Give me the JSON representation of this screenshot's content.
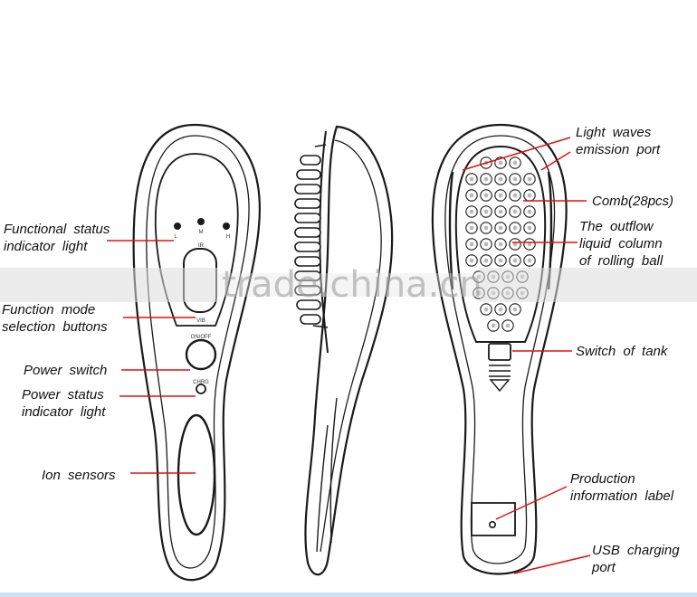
{
  "labels": {
    "functional_status_1": "Functional  status",
    "functional_status_2": "indicator  light",
    "function_mode_1": "Function  mode",
    "function_mode_2": "selection  buttons",
    "power_switch": "Power  switch",
    "power_status_1": "Power  status",
    "power_status_2": "indicator  light",
    "ion_sensors": "Ion  sensors",
    "light_waves_1": "Light  waves",
    "light_waves_2": "emission  port",
    "comb": "Comb(28pcs)",
    "outflow_1": "The  outflow",
    "outflow_2": "liquid  column",
    "outflow_3": "of  rolling  ball",
    "switch_tank": "Switch  of  tank",
    "production_1": "Production",
    "production_2": "information  label",
    "usb_1": "USB  charging",
    "usb_2": "port"
  },
  "device_marks": {
    "led_l": "L",
    "led_m": "M",
    "led_h": "H",
    "btn_ir": "IR",
    "btn_vib": "VIB",
    "btn_onoff": "ON/OFF",
    "btn_chrg": "CHRG"
  },
  "watermark": "trade.china.cn",
  "colors": {
    "leader": "#e01010",
    "outline": "#1a1a1a",
    "watermark_band": "#dcdcdc"
  }
}
